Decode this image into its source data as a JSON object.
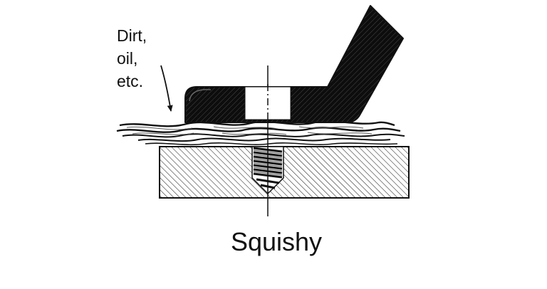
{
  "callout": {
    "line1": "Dirt,",
    "line2": "oil,",
    "line3": "etc."
  },
  "caption": "Squishy",
  "colors": {
    "ink": "#111111",
    "background": "#ffffff"
  }
}
